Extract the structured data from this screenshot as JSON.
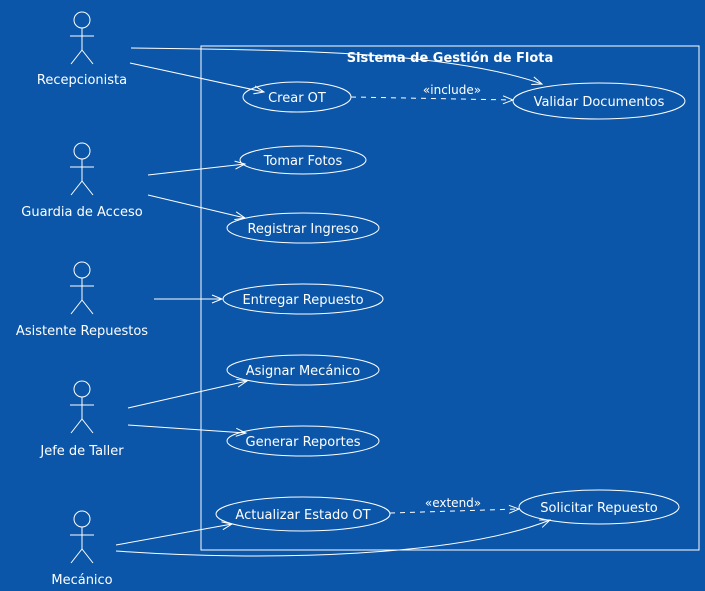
{
  "colors": {
    "background": "#0b56a8",
    "foreground": "#ffffff"
  },
  "system": {
    "title": "Sistema de Gestión de Flota"
  },
  "actors": {
    "recepcionista": "Recepcionista",
    "guardia": "Guardia de Acceso",
    "asistente": "Asistente Repuestos",
    "jefe": "Jefe de Taller",
    "mecanico": "Mecánico"
  },
  "use_cases": {
    "crear_ot": "Crear OT",
    "validar_documentos": "Validar Documentos",
    "tomar_fotos": "Tomar Fotos",
    "registrar_ingreso": "Registrar Ingreso",
    "entregar_repuesto": "Entregar Repuesto",
    "asignar_mecanico": "Asignar Mecánico",
    "generar_reportes": "Generar Reportes",
    "actualizar_estado_ot": "Actualizar Estado OT",
    "solicitar_repuesto": "Solicitar Repuesto"
  },
  "relations": {
    "include": "«include»",
    "extend": "«extend»"
  }
}
